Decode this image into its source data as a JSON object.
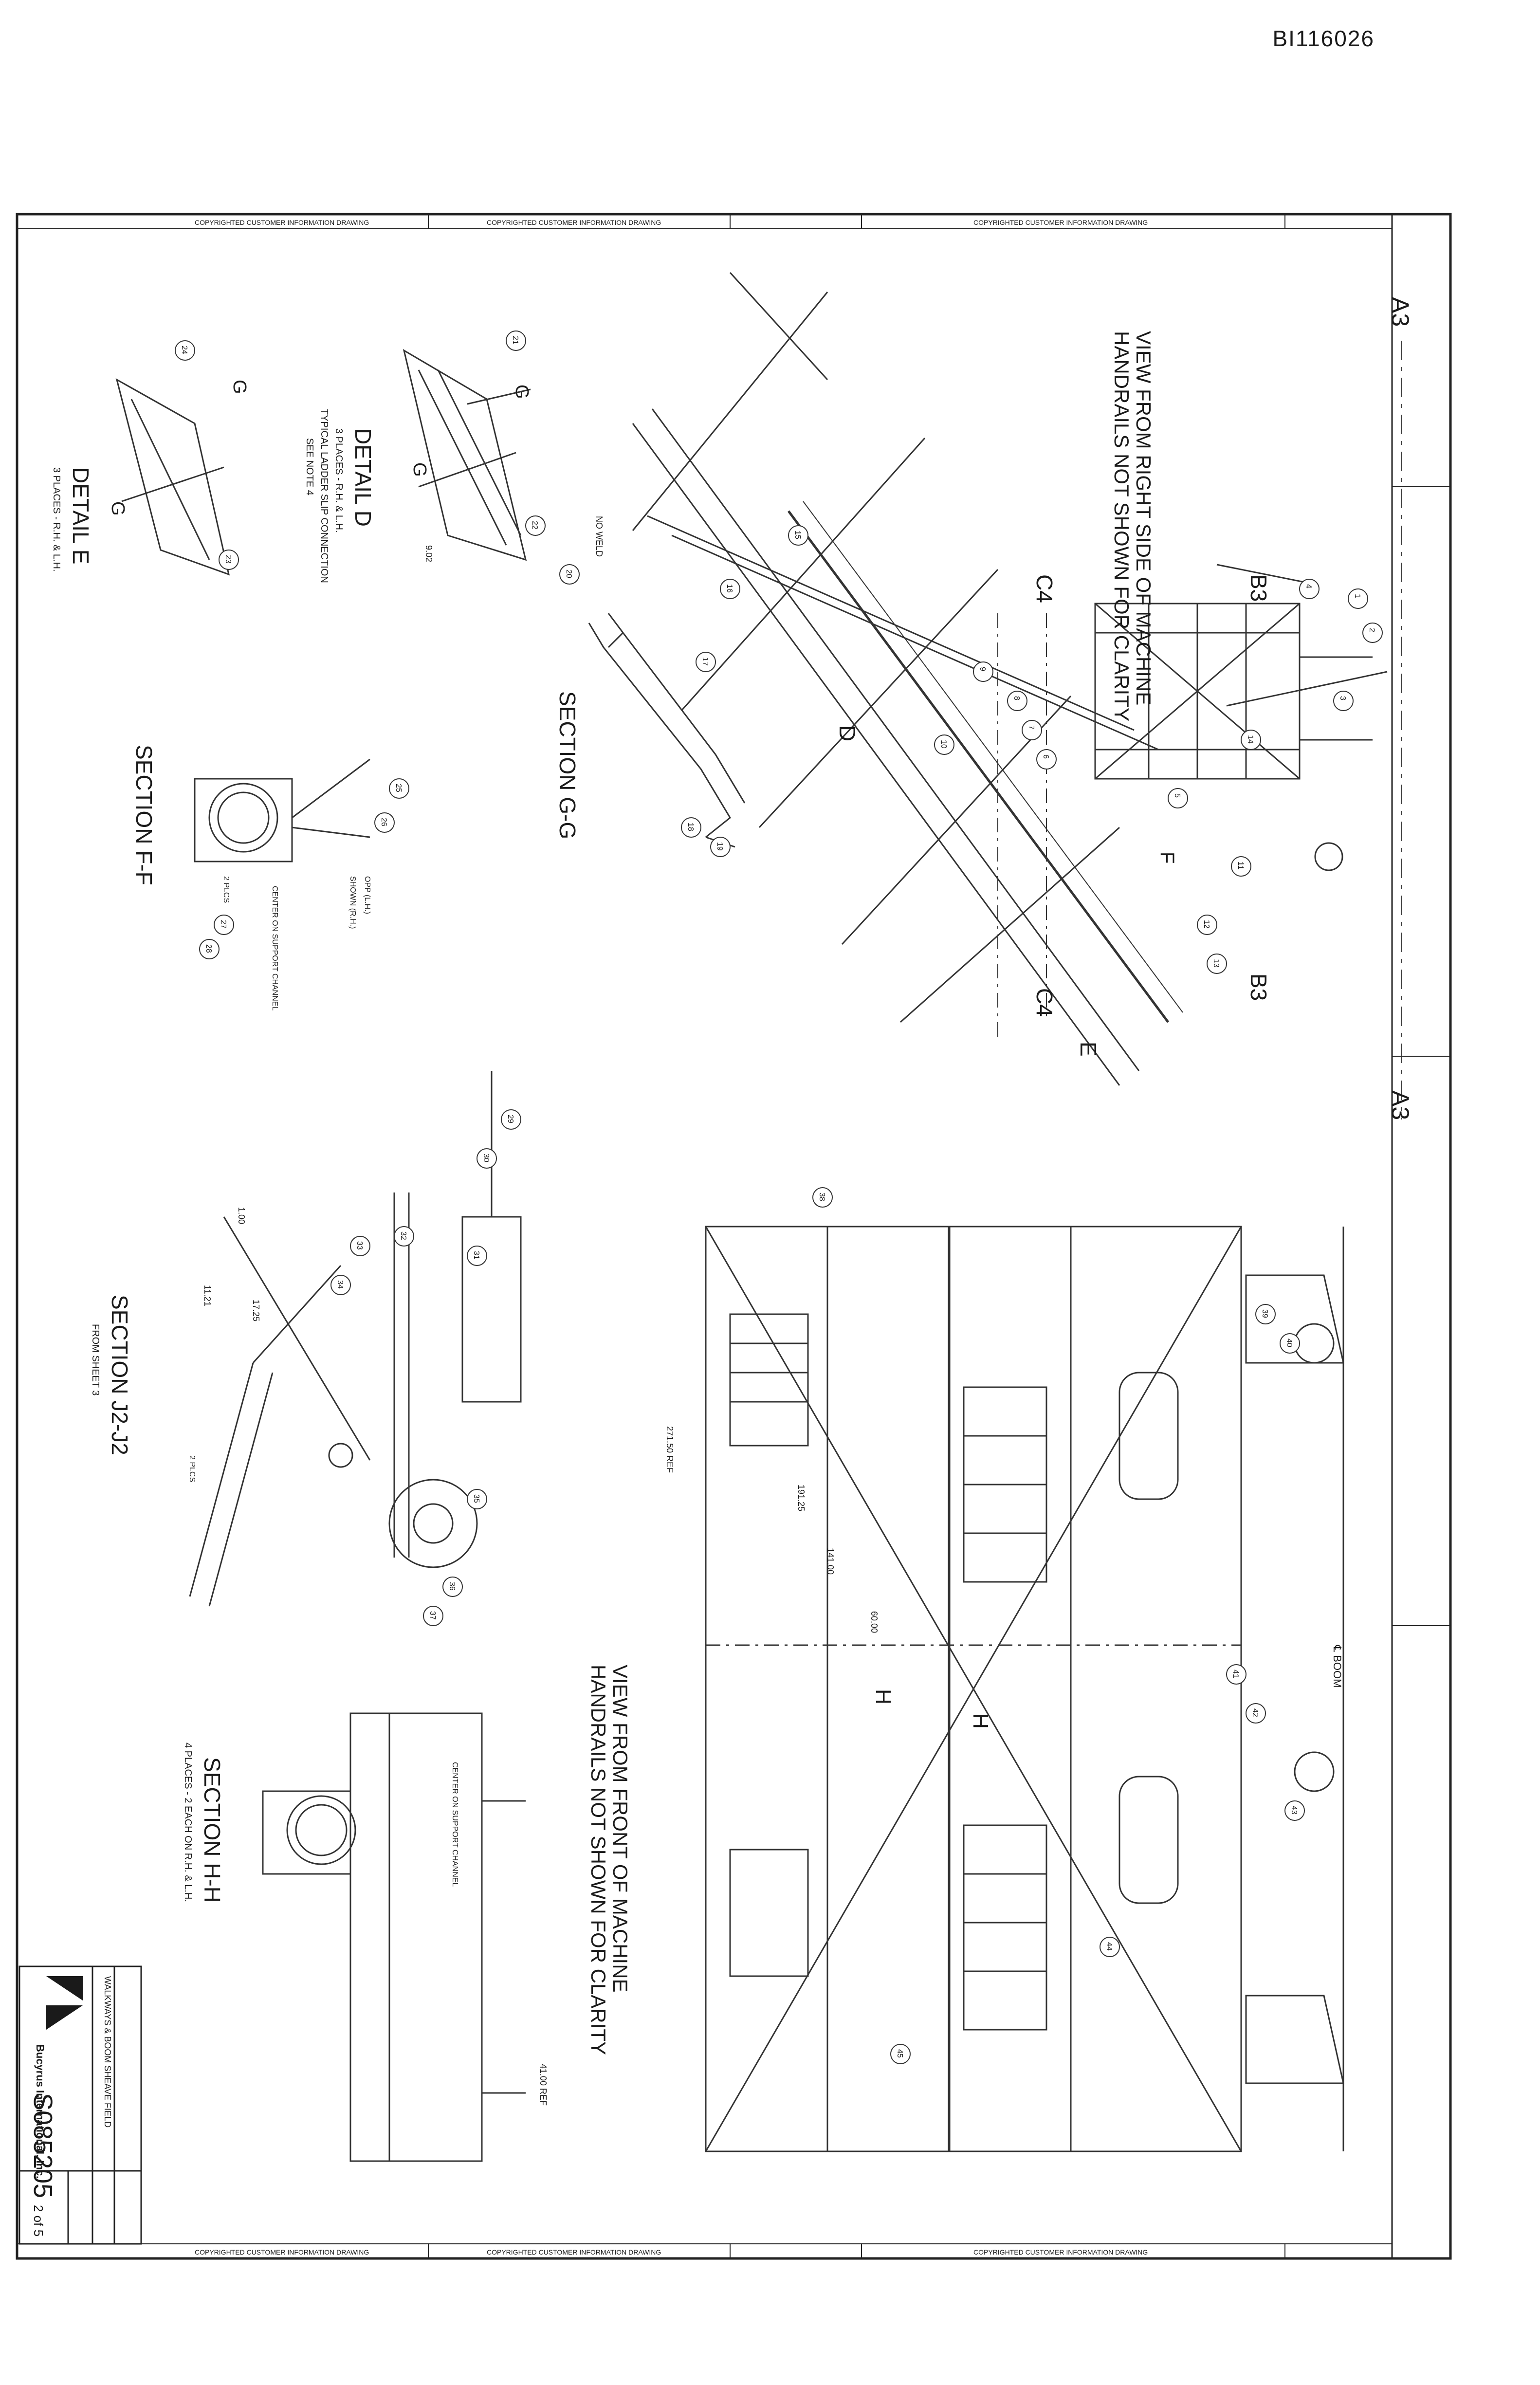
{
  "document": {
    "doc_number": "BI116026",
    "drawing_number": "S085205",
    "sheet": "2 of 5",
    "company": "Bucyrus International, Inc.",
    "title": "WALKWAYS & BOOM SHEAVE FIELD",
    "border_banner": "COPYRIGHTED CUSTOMER INFORMATION DRAWING"
  },
  "views": {
    "right_side": {
      "title": "VIEW FROM RIGHT SIDE OF MACHINE",
      "note": "HANDRAILS NOT SHOWN FOR CLARITY"
    },
    "front": {
      "title": "VIEW FROM FRONT OF MACHINE",
      "note": "HANDRAILS NOT SHOWN FOR CLARITY",
      "boom_label": "℄ BOOM"
    },
    "detail_d": {
      "title": "DETAIL D",
      "sub1": "3 PLACES - R.H. & L.H.",
      "sub2": "TYPICAL LADDER SLIP CONNECTION",
      "sub3": "SEE NOTE 4"
    },
    "detail_e": {
      "title": "DETAIL E",
      "sub1": "3 PLACES - R.H. & L.H."
    },
    "section_gg": {
      "title": "SECTION G-G"
    },
    "section_ff": {
      "title": "SECTION F-F"
    },
    "section_j2": {
      "title": "SECTION J2-J2",
      "sub1": "FROM SHEET 3"
    },
    "section_hh": {
      "title": "SECTION H-H",
      "sub1": "4 PLACES - 2 EACH ON R.H. & L.H."
    }
  },
  "cut_labels": {
    "a3": "A3",
    "b3": "B3",
    "c4": "C4",
    "d": "D",
    "e": "E",
    "f": "F",
    "g": "G",
    "h": "H"
  },
  "notes": {
    "no_weld": "NO WELD",
    "center_on_support": "CENTER ON SUPPORT CHANNEL",
    "opp_lh": "OPP (L.H.)",
    "shown_rh": "SHOWN (R.H.)",
    "two_plcs": "2 PLCS",
    "ref": "REF",
    "typ": "TYP"
  },
  "dimensions": {
    "d1": "191.25",
    "d2": "141.00",
    "d3": "60.00",
    "d4": "271.50 REF",
    "d5": "41.00 REF",
    "d6": "11.21",
    "d7": "17.25",
    "d8": "1.00",
    "d9": "9.02"
  },
  "balloons": [
    "1",
    "2",
    "3",
    "4",
    "5",
    "6",
    "7",
    "8",
    "9",
    "10",
    "11",
    "12",
    "13",
    "14",
    "15",
    "16",
    "17",
    "18",
    "19",
    "20",
    "21",
    "22",
    "23",
    "24",
    "25",
    "26",
    "27",
    "28",
    "29",
    "30",
    "31",
    "32",
    "33",
    "34",
    "35",
    "36",
    "37",
    "38",
    "39",
    "40",
    "41",
    "42",
    "43",
    "44",
    "45"
  ]
}
